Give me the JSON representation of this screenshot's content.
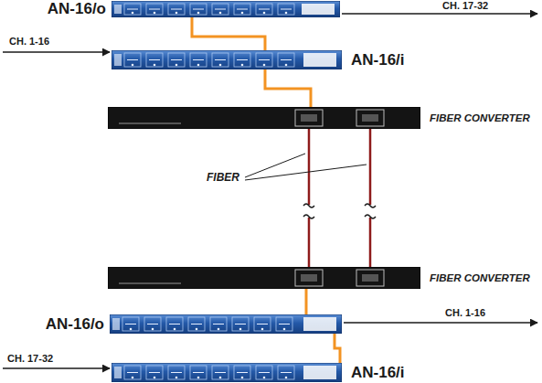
{
  "diagram": {
    "nodes": [
      {
        "text": [
          "AN-16/o"
        ]
      },
      {
        "text": [
          "AN-16/i"
        ]
      },
      {
        "text": [
          "FIBER CONVERTER"
        ]
      },
      {
        "text": [
          "FIBER CONVERTER"
        ]
      },
      {
        "text": [
          "AN-16/o"
        ]
      },
      {
        "text": [
          "AN-16/i"
        ]
      }
    ],
    "edges": [
      {
        "from": 0,
        "to": 1,
        "arrow": "none"
      },
      {
        "from": 1,
        "to": 2,
        "arrow": "none"
      },
      {
        "from": 2,
        "to": 3,
        "arrow": "none"
      },
      {
        "from": 2,
        "to": 3,
        "arrow": "none"
      },
      {
        "from": 3,
        "to": 4,
        "arrow": "none"
      },
      {
        "from": 4,
        "to": 5,
        "arrow": "none"
      }
    ],
    "labels": [
      "CH. 17-32",
      "CH. 1-16",
      "FIBER",
      "CH. 1-16",
      "CH. 17-32"
    ]
  }
}
